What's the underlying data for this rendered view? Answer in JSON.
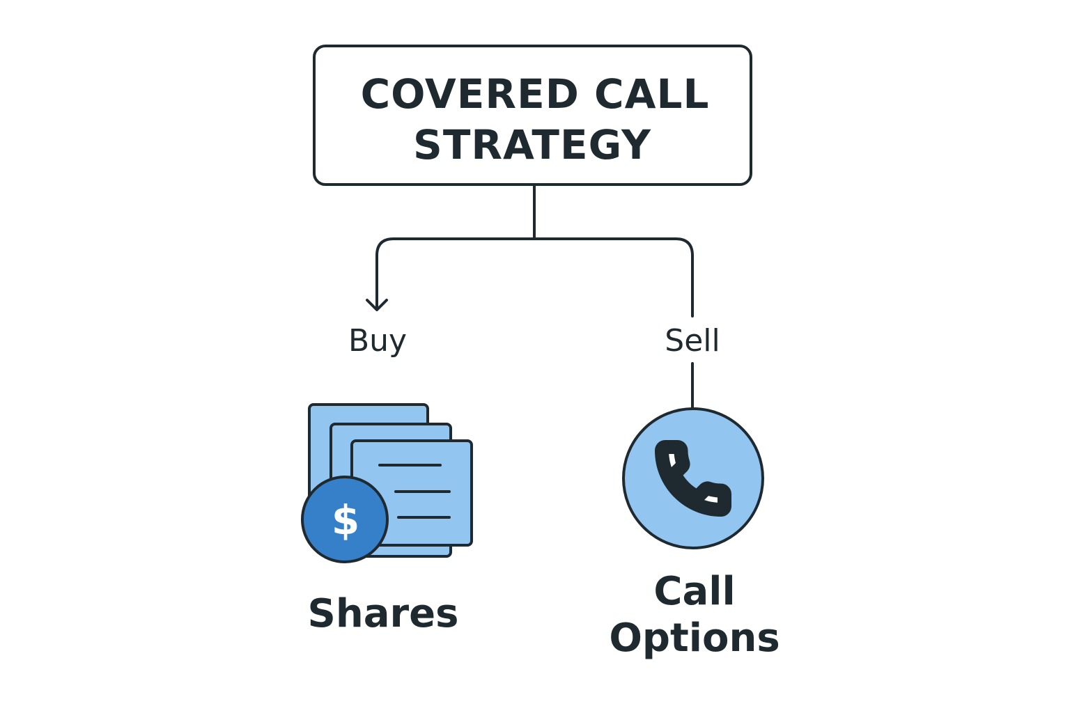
{
  "title": {
    "line1": "COVERED CALL",
    "line2": "STRATEGY"
  },
  "branches": {
    "left": {
      "action": "Buy",
      "label": "Shares",
      "icon": "shares-documents-dollar-icon"
    },
    "right": {
      "action": "Sell",
      "label_line1": "Call",
      "label_line2": "Options",
      "icon": "phone-call-icon"
    }
  },
  "icons": {
    "dollar_symbol": "$"
  },
  "colors": {
    "stroke": "#1f2a30",
    "light_blue": "#93c5f1",
    "coin_blue": "#3580c8",
    "background": "#ffffff"
  }
}
